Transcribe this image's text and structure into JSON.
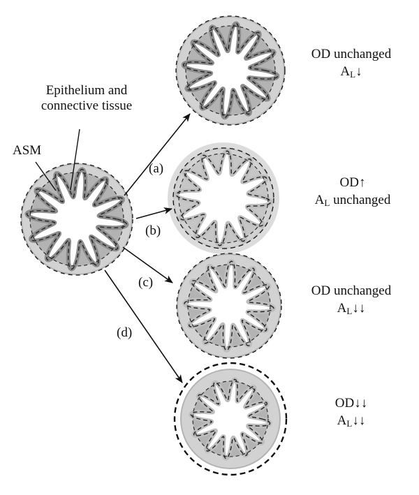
{
  "labels": {
    "asm": "ASM",
    "epithelium_line1": "Epithelium and",
    "epithelium_line2": "connective tissue"
  },
  "branches": [
    {
      "id": "a",
      "tag": "(a)",
      "od": "OD unchanged",
      "al_prefix": "A",
      "al_sub": "L",
      "al_suffix": "↓"
    },
    {
      "id": "b",
      "tag": "(b)",
      "od": "OD↑",
      "al_prefix": "A",
      "al_sub": "L",
      "al_suffix": " unchanged"
    },
    {
      "id": "c",
      "tag": "(c)",
      "od": "OD unchanged",
      "al_prefix": "A",
      "al_sub": "L",
      "al_suffix": "↓↓"
    },
    {
      "id": "d",
      "tag": "(d)",
      "od": "OD↓↓",
      "al_prefix": "A",
      "al_sub": "L",
      "al_suffix": "↓↓"
    }
  ],
  "colors": {
    "ring_fill": "#b3b3b3",
    "ring_fill_light": "#c6c6c6",
    "halo": "#dcdcdc",
    "mucosa": "#8c8c8c",
    "mucosa_light": "#bdbdbd",
    "ink": "#111111"
  }
}
